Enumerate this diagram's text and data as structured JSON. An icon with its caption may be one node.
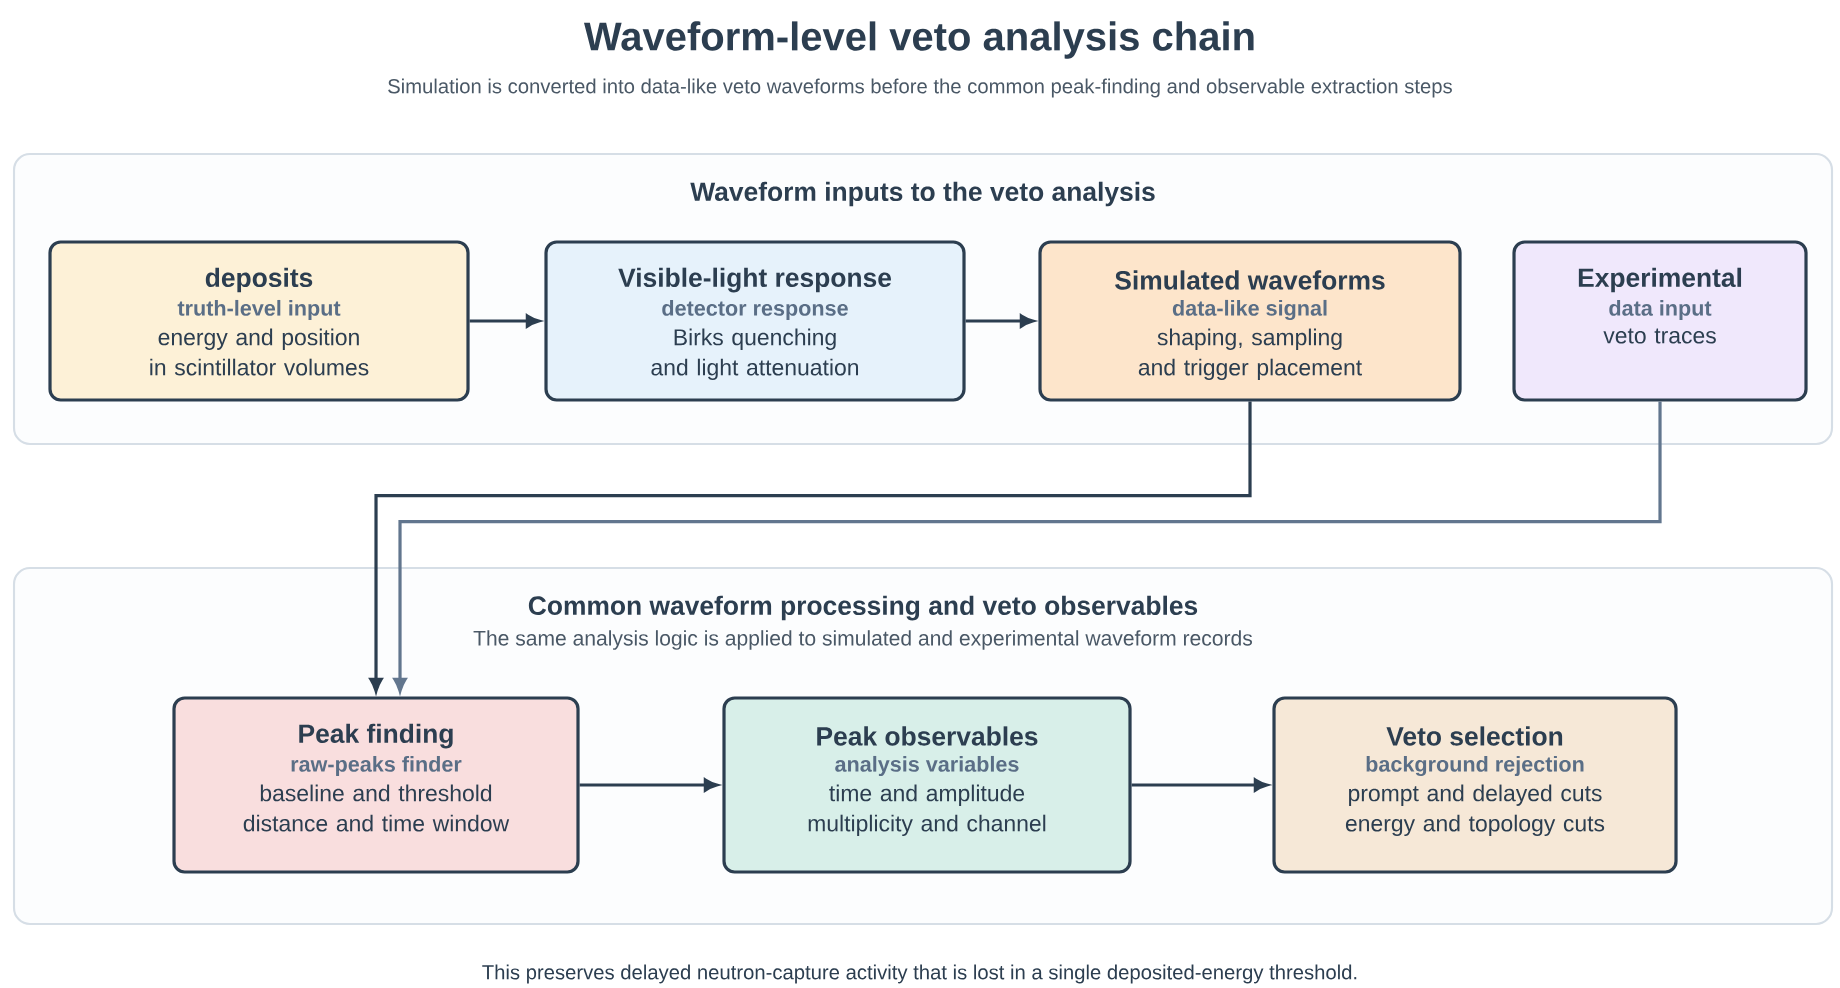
{
  "diagram": {
    "title": "Waveform-level veto analysis chain",
    "caption": "This preserves delayed neutron-capture activity that is lost in a single deposited-energy threshold.",
    "labels": [
      "Simulation is converted into data-like veto waveforms before the common peak-finding and observable extraction steps"
    ],
    "nodes": [
      {
        "text": [
          "Waveform inputs to the veto analysis"
        ]
      },
      {
        "text": [
          "deposits",
          "truth-level input",
          "energy and position in scintillator volumes"
        ],
        "in": 0
      },
      {
        "text": [
          "Visible-light response",
          "detector response",
          "Birks quenching and light attenuation"
        ],
        "in": 0
      },
      {
        "text": [
          "Simulated waveforms",
          "data-like signal",
          "shaping, sampling and trigger placement"
        ],
        "in": 0
      },
      {
        "text": [
          "Experimental",
          "data input",
          "veto traces"
        ],
        "in": 0
      },
      {
        "text": [
          "Common waveform processing and veto observables",
          "The same analysis logic is applied to simulated and experimental waveform records"
        ]
      },
      {
        "text": [
          "Peak finding",
          "raw-peaks finder",
          "baseline and threshold distance and time window"
        ],
        "in": 5
      },
      {
        "text": [
          "Peak observables",
          "analysis variables",
          "time and amplitude multiplicity and channel"
        ],
        "in": 5
      },
      {
        "text": [
          "Veto selection",
          "background rejection",
          "prompt and delayed cuts energy and topology cuts"
        ],
        "in": 5
      }
    ],
    "edges": [
      {
        "from": 1,
        "to": 2,
        "arrow": "to"
      },
      {
        "from": 2,
        "to": 3,
        "arrow": "to"
      },
      {
        "from": 3,
        "to": 6,
        "arrow": "to"
      },
      {
        "from": 4,
        "to": 6,
        "arrow": "to",
        "color": "#62768e"
      },
      {
        "from": 6,
        "to": 7,
        "arrow": "to"
      },
      {
        "from": 7,
        "to": 8,
        "arrow": "to"
      }
    ]
  }
}
